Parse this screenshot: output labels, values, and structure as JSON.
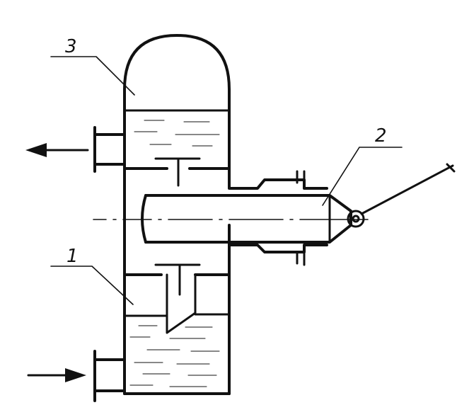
{
  "diagram": {
    "labels": [
      {
        "id": "1",
        "text": "1"
      },
      {
        "id": "2",
        "text": "2"
      },
      {
        "id": "3",
        "text": "3"
      }
    ],
    "colors": {
      "ink": "#111111",
      "background": "#ffffff"
    }
  }
}
